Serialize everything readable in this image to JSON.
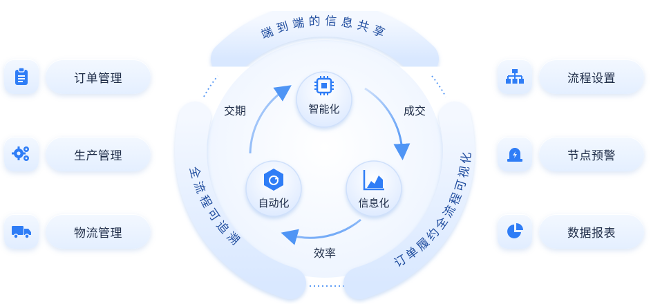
{
  "left_items": [
    {
      "label": "订单管理",
      "icon": "clipboard-icon"
    },
    {
      "label": "生产管理",
      "icon": "gears-icon"
    },
    {
      "label": "物流管理",
      "icon": "truck-icon"
    }
  ],
  "right_items": [
    {
      "label": "流程设置",
      "icon": "org-chart-icon"
    },
    {
      "label": "节点预警",
      "icon": "alarm-icon"
    },
    {
      "label": "数据报表",
      "icon": "pie-chart-icon"
    }
  ],
  "arcs": {
    "top": "端到端的信息共享",
    "left": "全流程可追溯",
    "right": "订单履约全流程可视化"
  },
  "nodes": {
    "top": "智能化",
    "left": "自动化",
    "right": "信息化"
  },
  "cycle_labels": {
    "top_left": "交期",
    "top_right": "成交",
    "bottom": "效率"
  },
  "colors": {
    "accent": "#2f7df6",
    "text": "#1f2d48",
    "arc_text": "#1f4c9e"
  }
}
